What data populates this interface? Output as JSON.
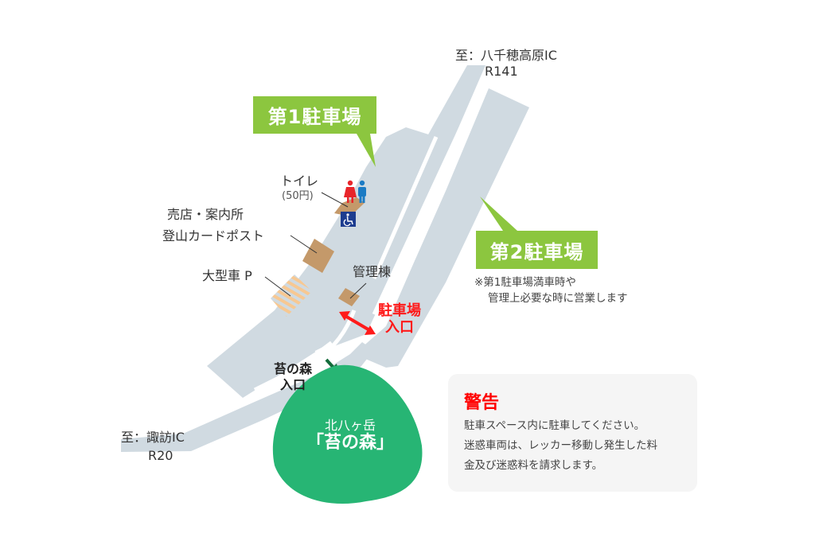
{
  "map": {
    "colors": {
      "road": "#d0dae1",
      "building": "#c4996a",
      "large_vehicle_hatch": "#f7c892",
      "callout_green": "#8cc63f",
      "forest_green": "#27b574",
      "entrance_red": "#ff1a1a",
      "arrow_dark_green": "#136b3a",
      "warning_bg": "#f5f5f5",
      "restroom_female": "#e8252a",
      "restroom_male": "#1b7bc4",
      "accessible_sign": "#1d3c8f"
    },
    "directions": {
      "north": {
        "line1": "至：八千穂高原IC",
        "line2": "R141"
      },
      "south": {
        "line1": "至：諏訪IC",
        "line2": "R20"
      }
    },
    "parking1": {
      "label": "第1駐車場"
    },
    "parking2": {
      "label": "第2駐車場",
      "note_line1": "※第1駐車場満車時や",
      "note_line2": "管理上必要な時に営業します"
    },
    "facilities": {
      "toilet": {
        "label": "トイレ",
        "fee": "(50円)"
      },
      "shop": {
        "line1": "売店・案内所",
        "line2": "登山カードポスト"
      },
      "large_vehicle": {
        "label": "大型車 P"
      },
      "admin": {
        "label": "管理棟"
      }
    },
    "parking_entrance": {
      "line1": "駐車場",
      "line2": "入口"
    },
    "forest_entrance": {
      "line1": "苔の森",
      "line2": "入口"
    },
    "forest": {
      "line1": "北八ヶ岳",
      "line2": "「苔の森」"
    },
    "icons": [
      "restroom-female-icon",
      "restroom-male-icon",
      "wheelchair-accessible-icon",
      "double-arrow-icon",
      "arrow-icon"
    ]
  },
  "warning": {
    "title": "警告",
    "lines": [
      "駐車スペース内に駐車してください。",
      "迷惑車両は、レッカー移動し発生した料",
      "金及び迷惑料を請求します。"
    ]
  }
}
